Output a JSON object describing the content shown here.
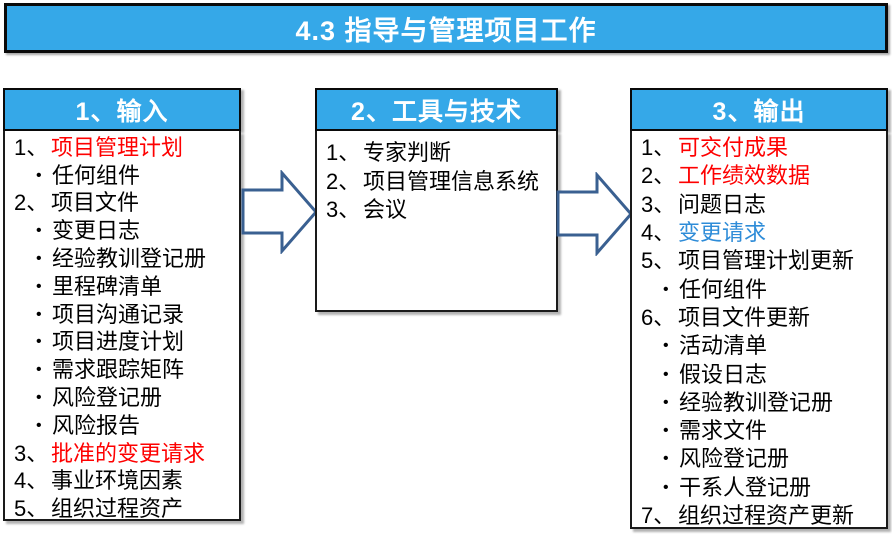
{
  "title": "4.3 指导与管理项目工作",
  "colors": {
    "title_bg": "#35a8e8",
    "header_bg": "#35a8e8",
    "red_item": "#fe0000",
    "blue_item": "#2e8cd8",
    "arrow_outline": "#3a6091"
  },
  "columns": [
    {
      "header": "1、输入",
      "items": [
        {
          "prefix": "1、",
          "text": "项目管理计划",
          "style": "red"
        },
        {
          "prefix": "•",
          "text": "任何组件",
          "style": "bullet"
        },
        {
          "prefix": "2、",
          "text": "项目文件",
          "style": "normal"
        },
        {
          "prefix": "•",
          "text": "变更日志",
          "style": "bullet"
        },
        {
          "prefix": "•",
          "text": "经验教训登记册",
          "style": "bullet"
        },
        {
          "prefix": "•",
          "text": "里程碑清单",
          "style": "bullet"
        },
        {
          "prefix": "•",
          "text": "项目沟通记录",
          "style": "bullet"
        },
        {
          "prefix": "•",
          "text": "项目进度计划",
          "style": "bullet"
        },
        {
          "prefix": "•",
          "text": "需求跟踪矩阵",
          "style": "bullet"
        },
        {
          "prefix": "•",
          "text": "风险登记册",
          "style": "bullet"
        },
        {
          "prefix": "•",
          "text": "风险报告",
          "style": "bullet"
        },
        {
          "prefix": "3、",
          "text": "批准的变更请求",
          "style": "red"
        },
        {
          "prefix": "4、",
          "text": "事业环境因素",
          "style": "normal"
        },
        {
          "prefix": "5、",
          "text": "组织过程资产",
          "style": "normal"
        }
      ]
    },
    {
      "header": "2、工具与技术",
      "items": [
        {
          "prefix": "1、",
          "text": "专家判断",
          "style": "normal"
        },
        {
          "prefix": "2、",
          "text": "项目管理信息系统",
          "style": "normal"
        },
        {
          "prefix": "3、",
          "text": "会议",
          "style": "normal"
        }
      ]
    },
    {
      "header": "3、输出",
      "items": [
        {
          "prefix": "1、",
          "text": "可交付成果",
          "style": "red"
        },
        {
          "prefix": "2、",
          "text": "工作绩效数据",
          "style": "red"
        },
        {
          "prefix": "3、",
          "text": "问题日志",
          "style": "normal"
        },
        {
          "prefix": "4、",
          "text": "变更请求",
          "style": "blue"
        },
        {
          "prefix": "5、",
          "text": "项目管理计划更新",
          "style": "normal"
        },
        {
          "prefix": "•",
          "text": "任何组件",
          "style": "bullet"
        },
        {
          "prefix": "6、",
          "text": "项目文件更新",
          "style": "normal"
        },
        {
          "prefix": "•",
          "text": "活动清单",
          "style": "bullet"
        },
        {
          "prefix": "•",
          "text": "假设日志",
          "style": "bullet"
        },
        {
          "prefix": "•",
          "text": "经验教训登记册",
          "style": "bullet"
        },
        {
          "prefix": "•",
          "text": "需求文件",
          "style": "bullet"
        },
        {
          "prefix": "•",
          "text": "风险登记册",
          "style": "bullet"
        },
        {
          "prefix": "•",
          "text": "干系人登记册",
          "style": "bullet"
        },
        {
          "prefix": "7、",
          "text": "组织过程资产更新",
          "style": "normal"
        }
      ]
    }
  ]
}
